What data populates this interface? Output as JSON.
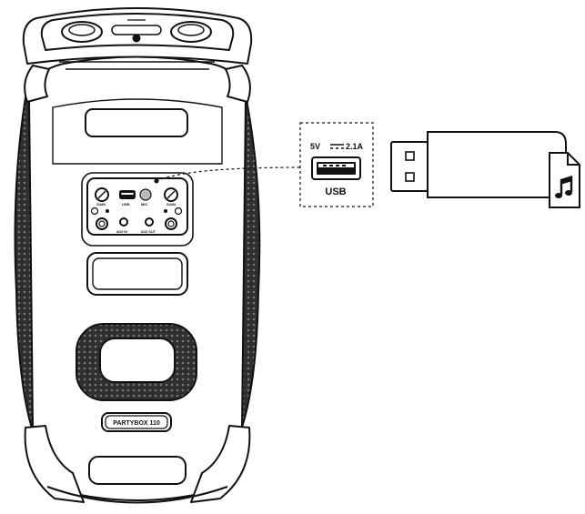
{
  "colors": {
    "ink": "#111111",
    "grille": "#2a2a2a",
    "background": "#ffffff"
  },
  "speaker": {
    "model_label": "PARTYBOX 110",
    "panel_labels": {
      "usb": "USB",
      "gain_left": "GAIN",
      "gain_right": "GAIN",
      "mic": "MIC",
      "aux_in": "AUX IN",
      "aux_out": "AUX OUT"
    }
  },
  "callout": {
    "rating_voltage": "5V",
    "dc_symbol": "dc-symbol",
    "rating_current": "2.1A",
    "port_label": "USB"
  },
  "usb_drive": {
    "file_icon": "music-note-icon"
  }
}
